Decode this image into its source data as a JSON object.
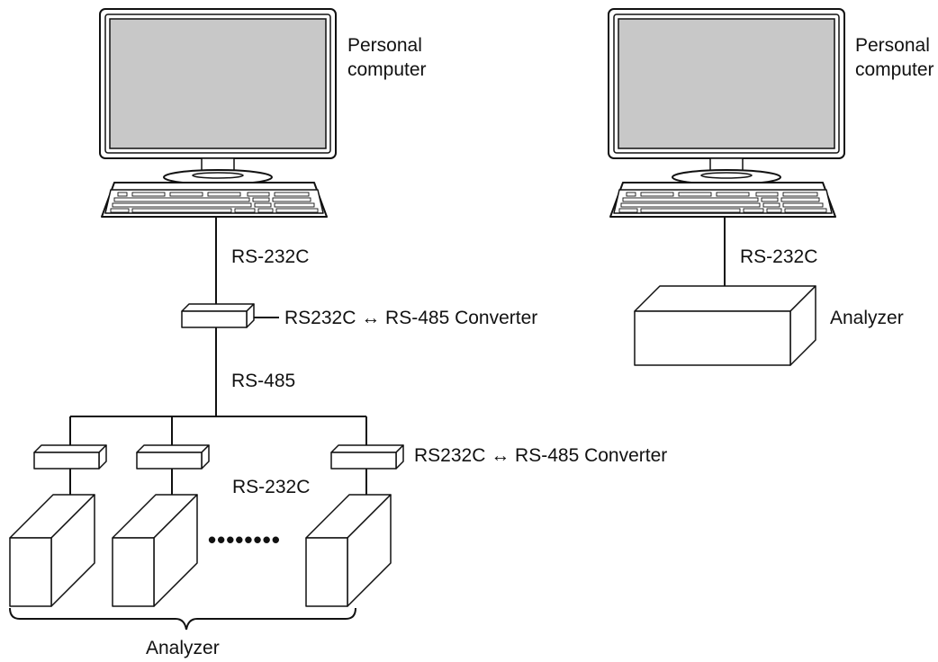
{
  "left_system": {
    "computer_label_line1": "Personal",
    "computer_label_line2": "computer",
    "pc_link_label": "RS-232C",
    "converter_label": "RS232C ↔ RS-485 Converter",
    "bus_label": "RS-485",
    "branch_converter_label": "RS232C ↔ RS-485 Converter",
    "branch_link_label": "RS-232C",
    "ellipsis": "••••••••",
    "analyzer_group_label": "Analyzer"
  },
  "right_system": {
    "computer_label_line1": "Personal",
    "computer_label_line2": "computer",
    "link_label": "RS-232C",
    "analyzer_label": "Analyzer"
  }
}
